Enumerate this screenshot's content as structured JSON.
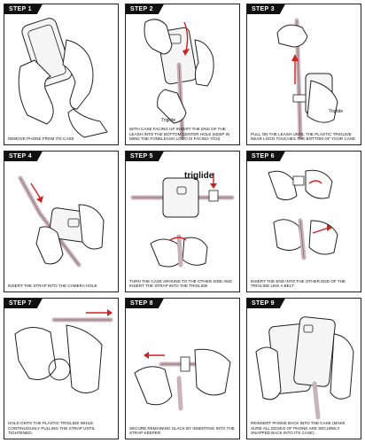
{
  "steps": [
    {
      "tag": "STEP 1",
      "caption": "REMOVE PHONE FROM ITS CASE"
    },
    {
      "tag": "STEP 2",
      "caption": "WITH CASE FACING UP INSERT THE END OF THE LEASH INTO THE BOTTOM CENTER HOLE (KEEP IN MIND THE FONELEASH LOGO IS FACING YOU)",
      "label": "Triglide"
    },
    {
      "tag": "STEP 3",
      "caption": "PULL ON THE LEASH UNTIL THE PLASTIC TRIGLIDE NEAR LOGO TOUCHES THE BOTTOM OF YOUR CASE",
      "label": "Triglide"
    },
    {
      "tag": "STEP 4",
      "caption": "INSERT THE STRAP INTO THE CAMERA HOLE"
    },
    {
      "tag": "STEP 5",
      "caption": "TURN THE CASE AROUND TO THE OTHER SIDE AND INSERT THE STRAP INTO THE TRIGLIDE",
      "label": "triglide"
    },
    {
      "tag": "STEP 6",
      "caption": "INSERT THE END INTO THE OTHER END OF THE TRIGLIDE LIKE A BELT"
    },
    {
      "tag": "STEP 7",
      "caption": "HOLD ONTO THE PLASTIC TRIGLIDE WHILE CONTINUOUSLY PULLING THE STRAP UNTIL TIGHTENED."
    },
    {
      "tag": "STEP 8",
      "caption": "SECURE REMAINING SLACK BY INSERTING INTO THE STRAP KEEPER"
    },
    {
      "tag": "STEP 9",
      "caption": "REINSERT PHONE BACK INTO THE CASE (MAKE SURE ALL EDGES OF PHONE ARE SECURELY SNAPPED BACK INTO ITS CASE)"
    }
  ],
  "colors": {
    "strap": "#c9b3b8",
    "arrow": "#d02020",
    "border": "#222222"
  }
}
